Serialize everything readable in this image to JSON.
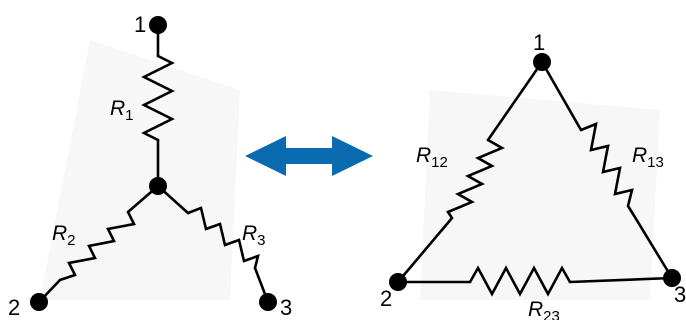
{
  "wye": {
    "node_labels": [
      "1",
      "2",
      "3"
    ],
    "resistors": [
      {
        "symbol": "R",
        "subscript": "1"
      },
      {
        "symbol": "R",
        "subscript": "2"
      },
      {
        "symbol": "R",
        "subscript": "3"
      }
    ]
  },
  "delta": {
    "node_labels": [
      "1",
      "2",
      "3"
    ],
    "resistors": [
      {
        "symbol": "R",
        "subscript": "12"
      },
      {
        "symbol": "R",
        "subscript": "13"
      },
      {
        "symbol": "R",
        "subscript": "23"
      }
    ]
  },
  "arrow": {
    "icon": "double-headed-arrow-icon",
    "color": "#0a6bb0"
  }
}
